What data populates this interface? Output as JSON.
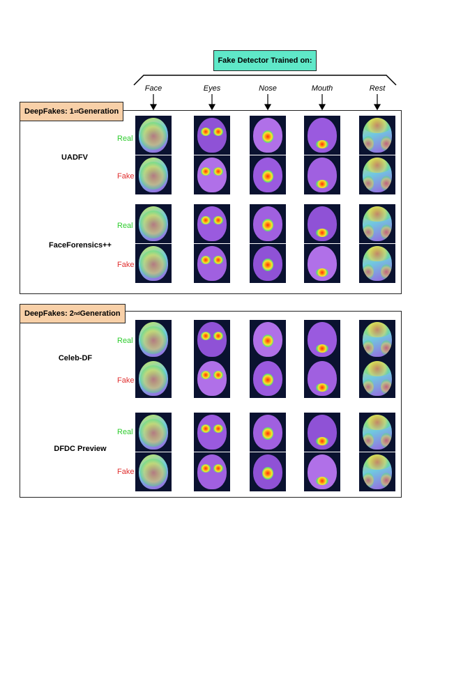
{
  "header": {
    "title": "Fake Detector Trained on:"
  },
  "columns": [
    "Face",
    "Eyes",
    "Nose",
    "Mouth",
    "Rest"
  ],
  "row_labels": {
    "real": "Real",
    "fake": "Fake"
  },
  "sections": [
    {
      "label_prefix": "DeepFakes: 1",
      "label_sup": "st",
      "label_suffix": " Generation",
      "datasets": [
        "UADFV",
        "FaceForensics++"
      ]
    },
    {
      "label_prefix": "DeepFakes: 2",
      "label_sup": "nd",
      "label_suffix": " Generation",
      "datasets": [
        "Celeb-DF",
        "DFDC Preview"
      ]
    }
  ],
  "colors": {
    "title_box": "#5fe8c8",
    "generation_label": "#f8d0a8",
    "real_text": "#2ecc2e",
    "fake_text": "#e03030"
  }
}
